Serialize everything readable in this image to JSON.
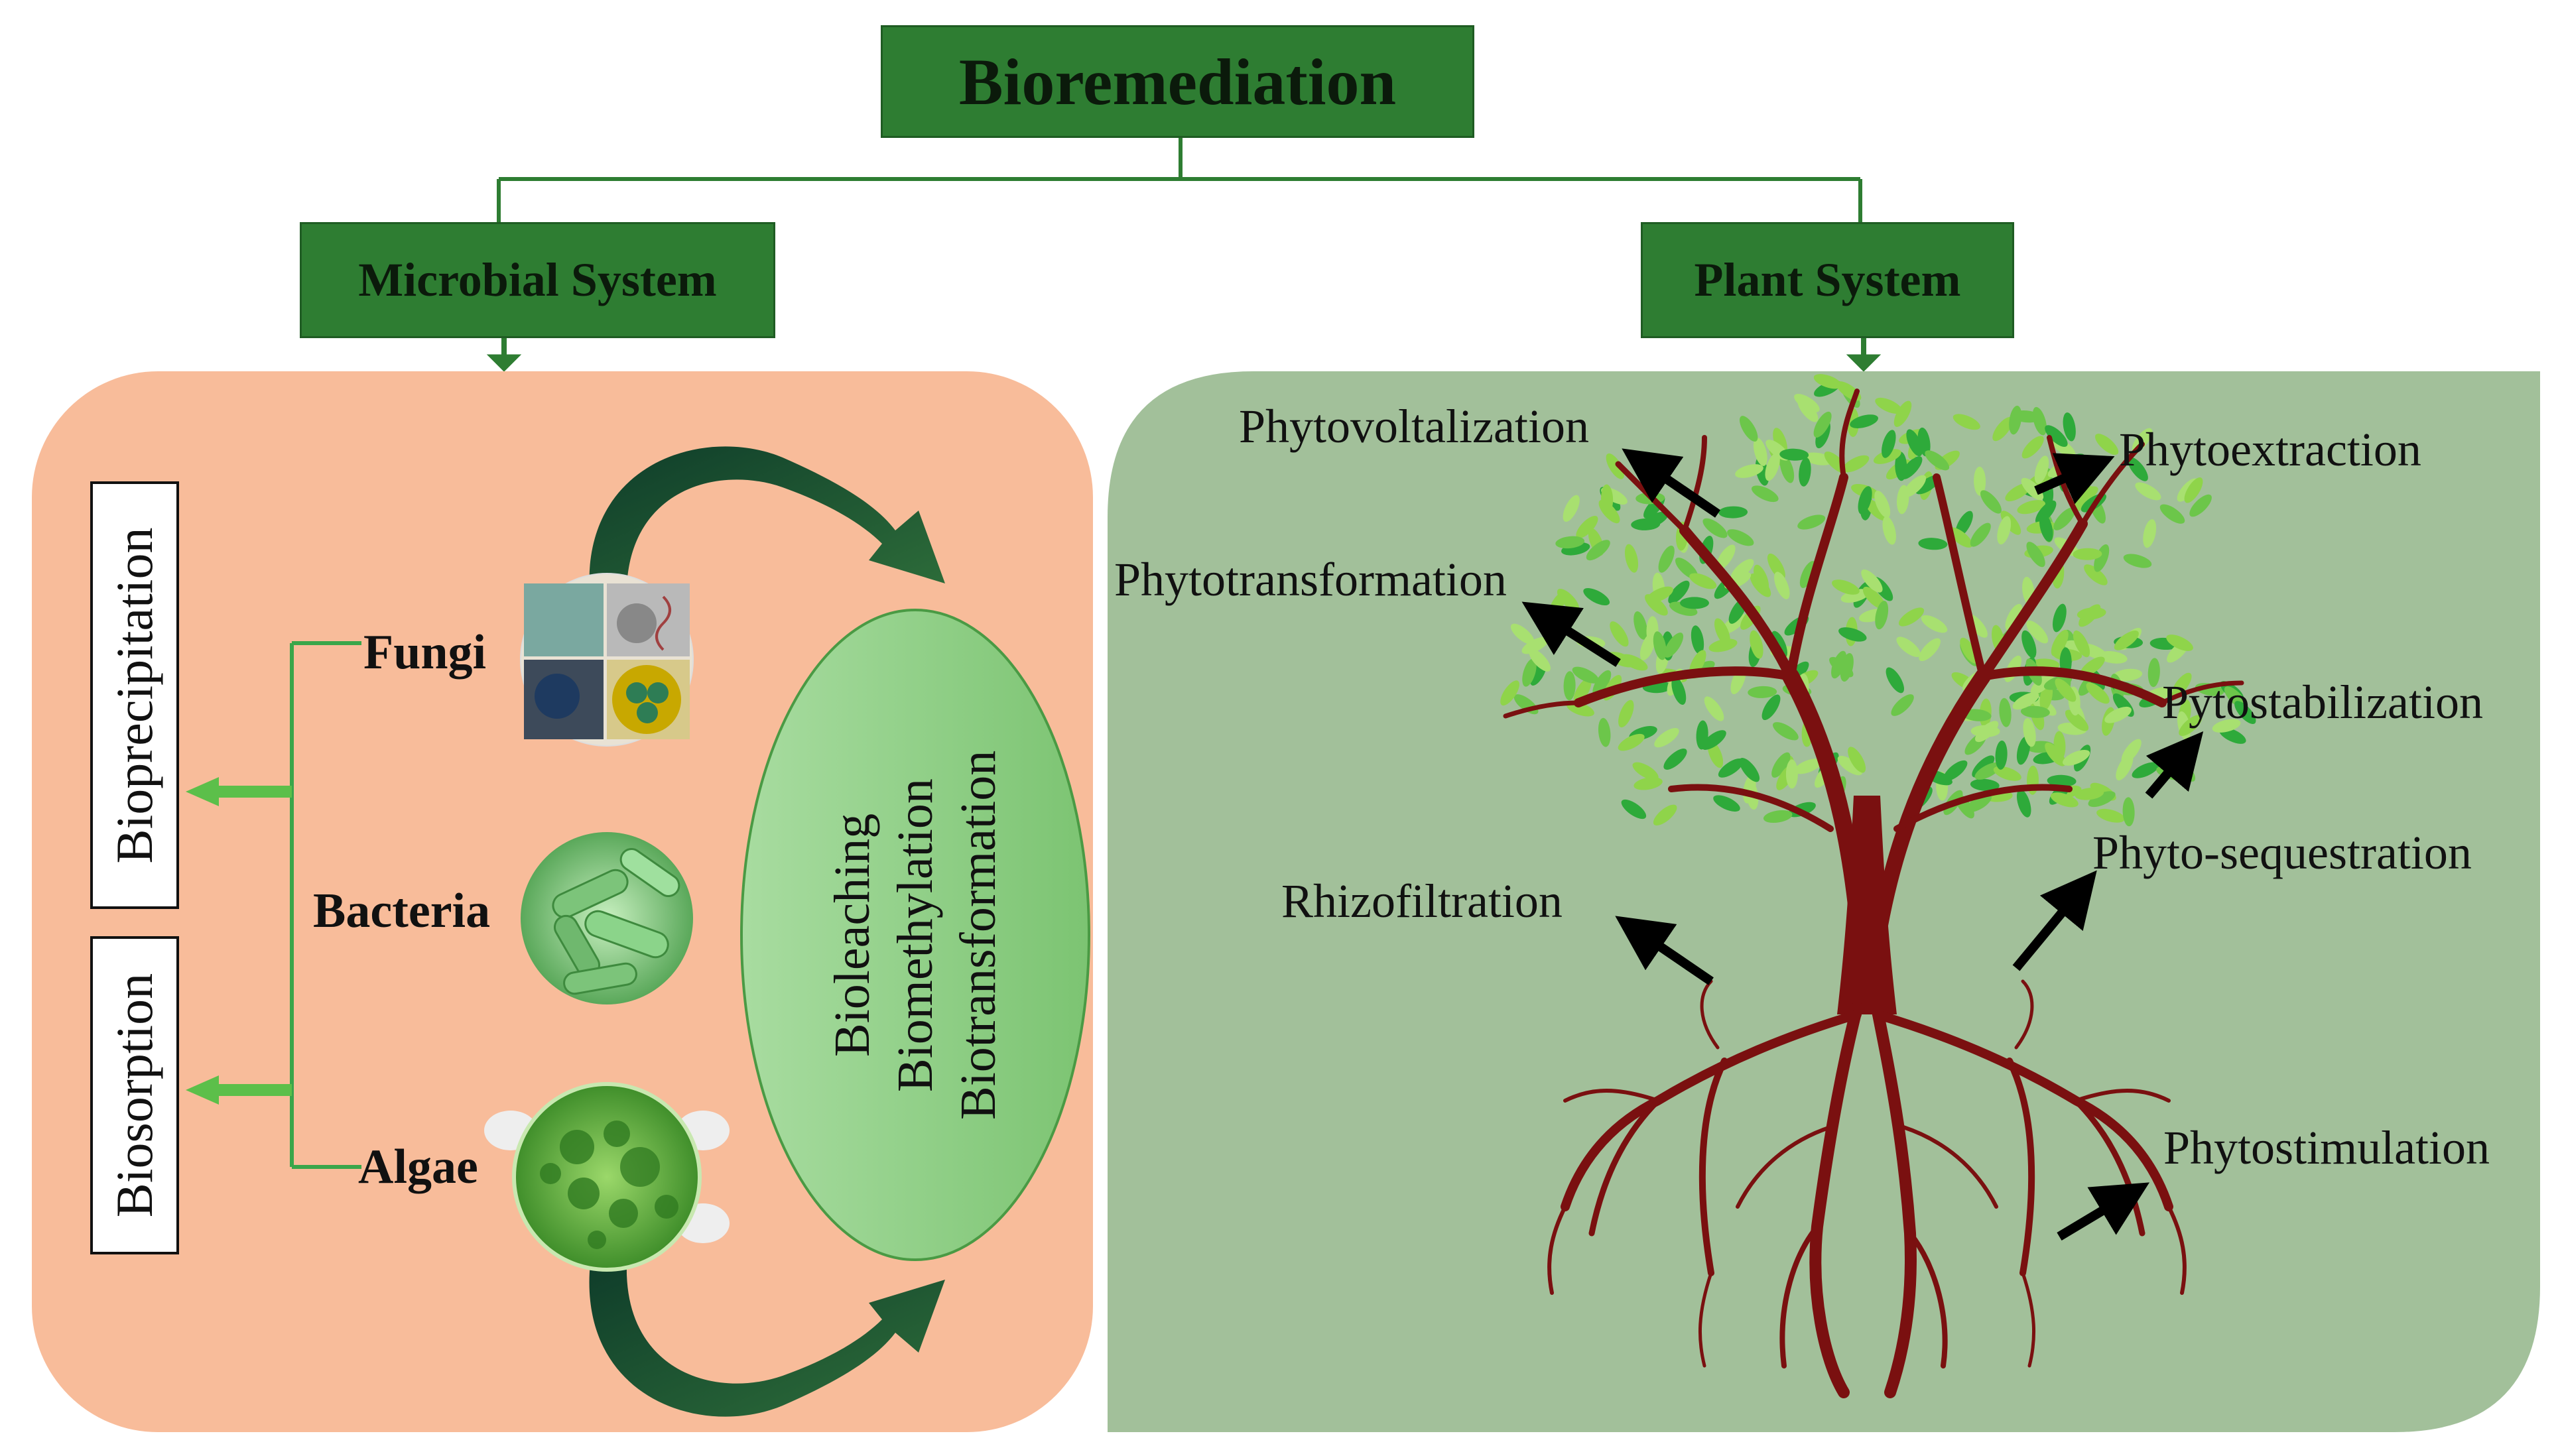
{
  "title": "Bioremediation",
  "microbial": {
    "heading": "Microbial System",
    "organisms": [
      "Fungi",
      "Bacteria",
      "Algae"
    ],
    "mechanisms": [
      "Bioprecipitation",
      "Biosorption"
    ],
    "processes": [
      "Bioleaching",
      "Biomethylation",
      "Biotransformation"
    ]
  },
  "plant": {
    "heading": "Plant System",
    "processes": {
      "phytovoltalization": "Phytovoltalization",
      "phytoextraction": "Phytoextraction",
      "phytotransformation": "Phytotransformation",
      "pytostabilization": "Pytostabilization",
      "phyto_sequestration": "Phyto-sequestration",
      "rhizofiltration": "Rhizofiltration",
      "phytostimulation": "Phytostimulation"
    }
  },
  "colors": {
    "header_green": "#2e7d32",
    "microbial_panel": "#f8bc9a",
    "plant_panel": "#a2c09a",
    "oval_green": "#8fcf86",
    "trunk": "#7a1010",
    "leaf_light": "#8fd44a",
    "leaf_dark": "#2eaa3a"
  }
}
